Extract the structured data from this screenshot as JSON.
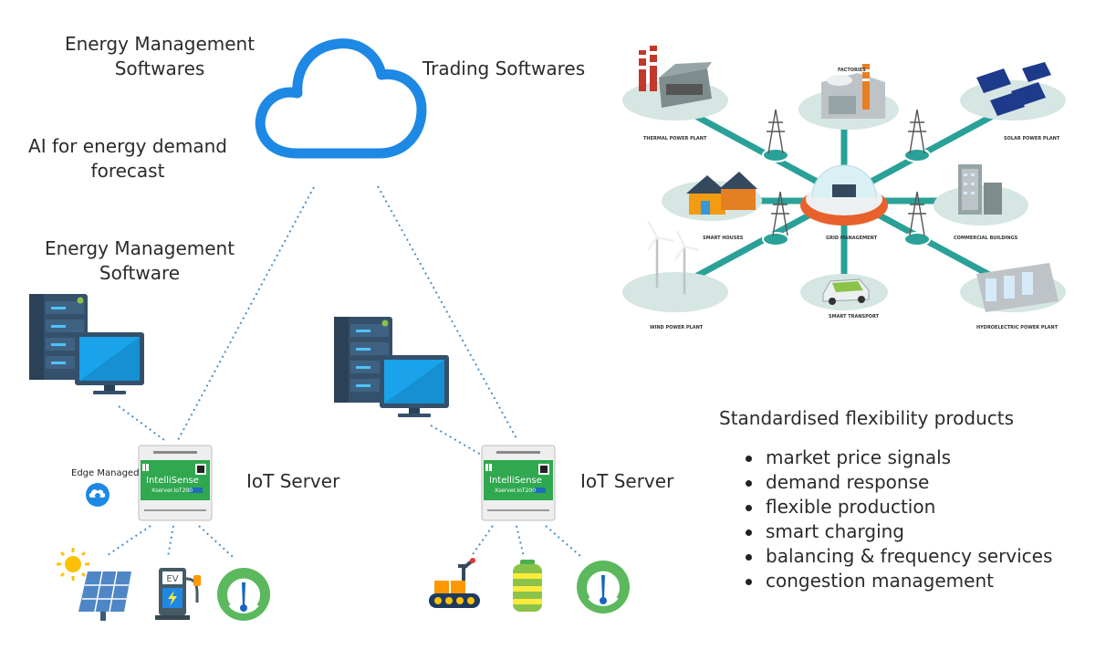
{
  "cloud_labels": {
    "energy_mgmt_softwares": [
      "Energy Management",
      "Softwares"
    ],
    "trading_softwares": "Trading Softwares",
    "ai_forecast": [
      "AI for energy demand",
      "forecast"
    ]
  },
  "left_site": {
    "software_label": [
      "Energy Management",
      "Software"
    ],
    "iot_server_label": "IoT Server",
    "edge_label": "Edge Managed",
    "device_brand": "IntelliSense",
    "device_model": "Xserver.IoT200",
    "device_icons": [
      "sun-icon",
      "solar-panel-icon",
      "ev-charger-icon",
      "meter-gauge-icon"
    ],
    "ev_text": "EV"
  },
  "right_site": {
    "iot_server_label": "IoT Server",
    "device_brand": "IntelliSense",
    "device_model": "Xserver.IoT200",
    "device_icons": [
      "industrial-robot-icon",
      "battery-icon",
      "meter-gauge-icon"
    ]
  },
  "smart_grid": {
    "labels": {
      "thermal": "THERMAL POWER PLANT",
      "factories": "FACTORIES",
      "solar": "SOLAR POWER PLANT",
      "houses": "SMART HOUSES",
      "grid": "GRID MANAGEMENT",
      "commercial": "COMMERCIAL BUILDINGS",
      "wind": "WIND POWER PLANT",
      "transport": "SMART TRANSPORT",
      "hydro": "HYDROELECTRIC POWER PLANT"
    }
  },
  "flexibility": {
    "title": "Standardised flexibility products",
    "items": [
      "market price signals",
      "demand response",
      "flexible production",
      "smart charging",
      "balancing & frequency services",
      "congestion management"
    ]
  },
  "colors": {
    "cloud": "#1e88e5",
    "dotted_line": "#4a8fc7",
    "server_body": "#34506b",
    "monitor_screen": "#1aa3ea",
    "iot_green": "#2fa84f",
    "gauge_green": "#5cb85c",
    "grid_teal": "#2aa198"
  }
}
